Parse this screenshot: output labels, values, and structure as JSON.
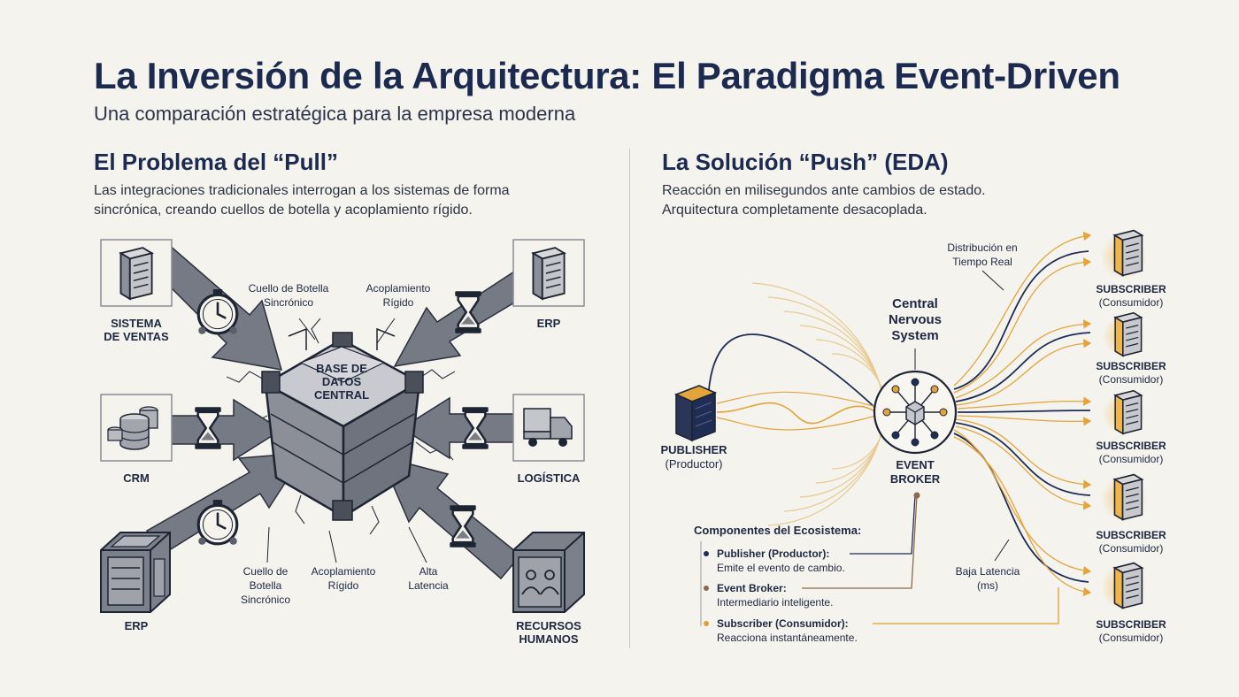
{
  "header": {
    "title": "La Inversión de la Arquitectura: El Paradigma Event-Driven",
    "subtitle": "Una comparación estratégica para la empresa moderna"
  },
  "left": {
    "title": "El Problema del “Pull”",
    "desc_line1": "Las integraciones tradicionales interrogan a los sistemas de forma",
    "desc_line2": "sincrónica, creando cuellos de botella y acoplamiento rígido.",
    "db_line1": "BASE DE",
    "db_line2": "DATOS",
    "db_line3": "CENTRAL",
    "systems": {
      "ventas_1": "SISTEMA",
      "ventas_2": "DE VENTAS",
      "erp_top": "ERP",
      "crm": "CRM",
      "logistica": "LOGÍSTICA",
      "erp_bottom": "ERP",
      "rrhh_1": "RECURSOS",
      "rrhh_2": "HUMANOS"
    },
    "annotations": {
      "cuello_top_1": "Cuello de Botella",
      "cuello_top_2": "Sincrónico",
      "acopl_top_1": "Acoplamiento",
      "acopl_top_2": "Rígido",
      "cuello_bot_1": "Cuello de",
      "cuello_bot_2": "Botella",
      "cuello_bot_3": "Sincrónico",
      "acopl_bot_1": "Acoplamiento",
      "acopl_bot_2": "Rígido",
      "latencia_1": "Alta",
      "latencia_2": "Latencia"
    }
  },
  "right": {
    "title": "La Solución “Push” (EDA)",
    "desc_line1": "Reacción en milisegundos ante cambios de estado.",
    "desc_line2": "Arquitectura completamente desacoplada.",
    "publisher_1": "PUBLISHER",
    "publisher_2": "(Productor)",
    "broker_1": "EVENT",
    "broker_2": "BROKER",
    "cns_1": "Central",
    "cns_2": "Nervous",
    "cns_3": "System",
    "dist_1": "Distribución en",
    "dist_2": "Tiempo Real",
    "latency_1": "Baja Latencia",
    "latency_2": "(ms)",
    "subscriber_1": "SUBSCRIBER",
    "subscriber_2": "(Consumidor)",
    "legend": {
      "title": "Componentes del Ecosistema:",
      "items": [
        {
          "name": "Publisher (Productor):",
          "desc": "Emite el evento de cambio.",
          "color": "#1f2d55"
        },
        {
          "name": "Event Broker:",
          "desc": "Intermediario inteligente.",
          "color": "#8a6a4a"
        },
        {
          "name": "Subscriber (Consumidor):",
          "desc": "Reacciona instantáneamente.",
          "color": "#e0a030"
        }
      ]
    }
  },
  "colors": {
    "navy": "#1b2a4e",
    "gold": "#e3a43a",
    "gray_arrow": "#6e7280"
  }
}
